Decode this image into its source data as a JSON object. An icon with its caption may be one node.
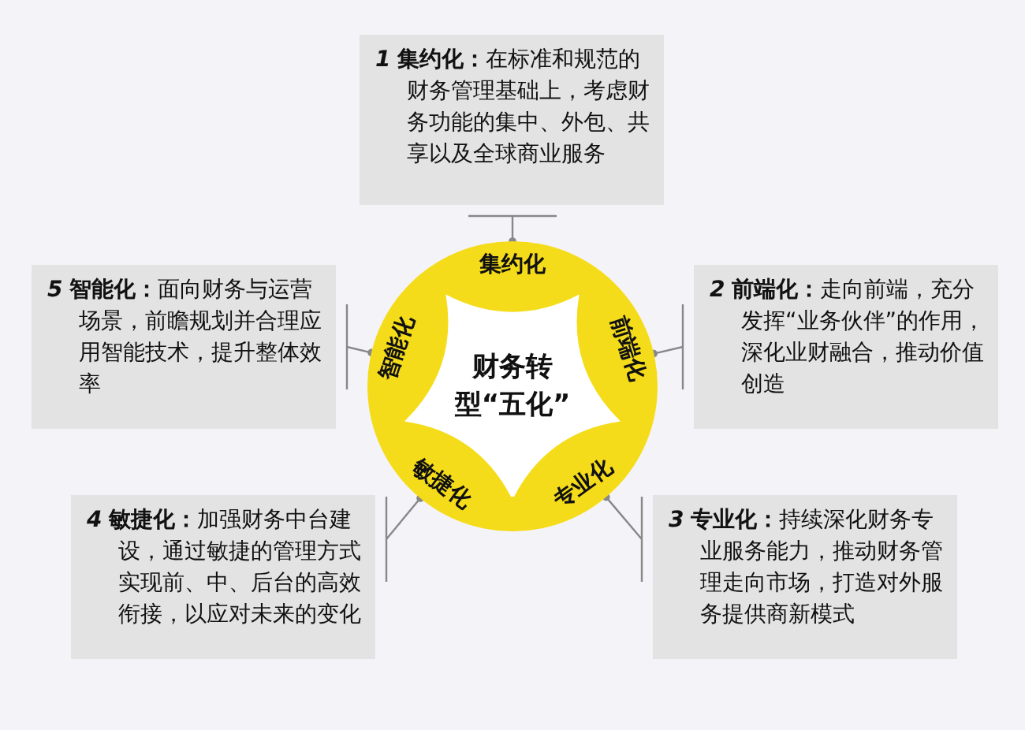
{
  "diagram": {
    "nodes": [
      {
        "text": [
          "集约化",
          "前端化",
          "专业化",
          "敏捷化",
          "智能化"
        ]
      },
      {
        "text": [
          "财务转型“五化”"
        ],
        "in": 0
      },
      {
        "text": [
          "*1* **集约化：**在标准和规范的财务管理基础上，考虑财务功能的集中、外包、共享以及全球商业服务"
        ]
      },
      {
        "text": [
          "*5* **智能化：**面向财务与运营场景，前瞻规划并合理应用智能技术，提升整体效率"
        ]
      },
      {
        "text": [
          "*2* **前端化：**走向前端，充分发挥“业务伙伴”的作用，深化业财融合，推动价值创造"
        ]
      },
      {
        "text": [
          "*4* **敏捷化：**加强财务中台建设，通过敏捷的管理方式实现前、中、后台的高效衔接，以应对未来的变化"
        ]
      },
      {
        "text": [
          "*3* **专业化：**持续深化财务专业服务能力，推动财务管理走向市场，打造对外服务提供商新模式"
        ]
      }
    ],
    "edges": [
      {
        "from": 2,
        "to": 0,
        "arrow": "other"
      },
      {
        "from": 3,
        "to": 0,
        "arrow": "other"
      },
      {
        "from": 4,
        "to": 0,
        "arrow": "other"
      },
      {
        "from": 5,
        "to": 0,
        "arrow": "other"
      },
      {
        "from": 6,
        "to": 0,
        "arrow": "other"
      }
    ]
  }
}
